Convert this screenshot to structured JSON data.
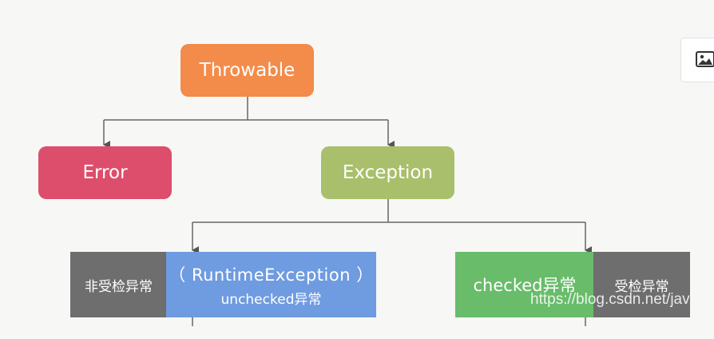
{
  "diagram": {
    "root": {
      "label": "Throwable",
      "color": "#f38b4a"
    },
    "error": {
      "label": "Error",
      "color": "#dd4e6c"
    },
    "exception": {
      "label": "Exception",
      "color": "#a9bf6b"
    },
    "runtime": {
      "side_label": "非受检异常",
      "title": "（ RuntimeException ）",
      "subtitle": "unchecked异常",
      "color": "#6f9be0"
    },
    "checked": {
      "label": "checked异常",
      "side_label": "受检异常",
      "color": "#68bc6a"
    }
  },
  "toolbar": {
    "image_icon": "image-icon"
  },
  "watermark": "https://blog.csdn.net/jav"
}
